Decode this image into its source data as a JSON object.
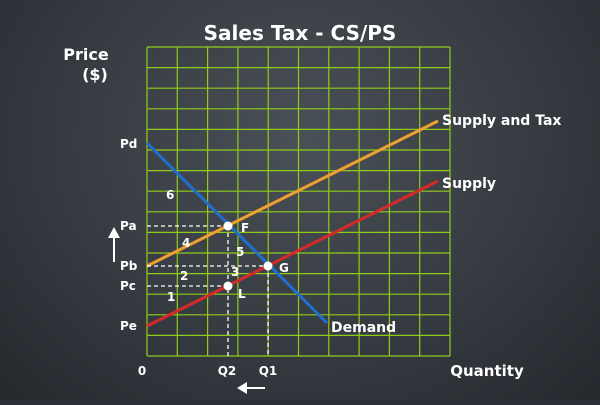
{
  "title": "Sales Tax - CS/PS",
  "y_axis": {
    "label_line1": "Price",
    "label_line2": "($)"
  },
  "x_axis": {
    "label": "Quantity",
    "origin_label": "0"
  },
  "price_labels": {
    "pd": "Pd",
    "pa": "Pa",
    "pb": "Pb",
    "pc": "Pc",
    "pe": "Pe"
  },
  "quantity_labels": {
    "q2": "Q2",
    "q1": "Q1"
  },
  "curves": {
    "supply_tax": {
      "label": "Supply and Tax",
      "color": "#f0a030"
    },
    "supply": {
      "label": "Supply",
      "color": "#d42a2a"
    },
    "demand": {
      "label": "Demand",
      "color": "#1f6fd0"
    }
  },
  "points": {
    "f": "F",
    "g": "G",
    "l": "L"
  },
  "regions": {
    "r1": "1",
    "r2": "2",
    "r3": "3",
    "r4": "4",
    "r5": "5",
    "r6": "6"
  },
  "colors": {
    "grid": "#8fcc1a",
    "guide": "#ffffff",
    "background": "#363b41"
  },
  "icons": {
    "price_arrow": "arrow-up-icon",
    "quantity_arrow": "arrow-left-icon"
  }
}
